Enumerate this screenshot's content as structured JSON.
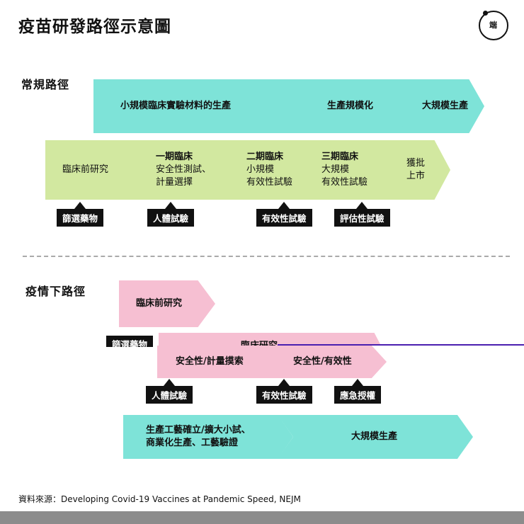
{
  "title": "疫苗研發路徑示意圖",
  "logo_text": "端",
  "normal": {
    "label": "常規路徑",
    "teal_row": [
      "小規模臨床實驗材料的生產",
      "生產規模化",
      "大規模生產"
    ],
    "green_row": [
      {
        "line1": "臨床前研究",
        "line2": "",
        "line3": ""
      },
      {
        "line1": "一期臨床",
        "line2": "安全性測試、",
        "line3": "計量選擇"
      },
      {
        "line1": "二期臨床",
        "line2": "小規模",
        "line3": "有效性試驗"
      },
      {
        "line1": "三期臨床",
        "line2": "大規模",
        "line3": "有效性試驗"
      },
      {
        "line1": "獲批",
        "line2": "上市",
        "line3": ""
      }
    ],
    "tags": [
      "篩選藥物",
      "人體試驗",
      "有效性試驗",
      "評估性試驗"
    ]
  },
  "pandemic": {
    "label": "疫情下路徑",
    "preclinical": "臨床前研究",
    "clinical_behind": "臨床研究",
    "safety_dose": "安全性/計量摸索",
    "safety_effect": "安全性/有效性",
    "tags": [
      "篩選藥物",
      "人體試驗",
      "有效性試驗",
      "應急授權"
    ],
    "teal_row": [
      "生產工藝確立/擴大小試、",
      "商業化生產、工藝驗證",
      "大規模生產"
    ]
  },
  "source": "資料來源：Developing Covid-19 Vaccines at Pandemic Speed, NEJM",
  "colors": {
    "teal": "#7ee3d8",
    "green": "#d2e8a0",
    "pink": "#f6bfd2",
    "tag": "#111111",
    "line": "#4a1fb0"
  }
}
